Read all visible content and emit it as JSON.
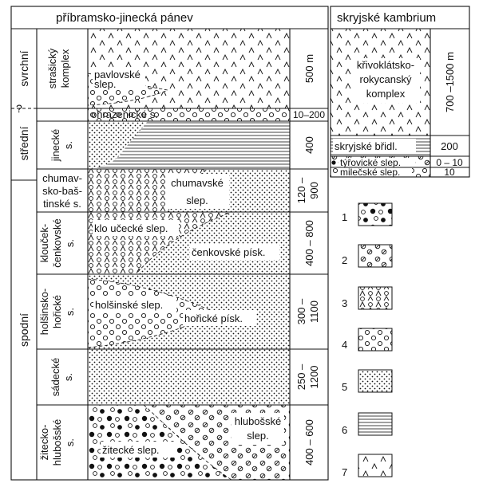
{
  "left_title": "příbramsko-jinecká pánev",
  "right_title": "skryjské kambrium",
  "question_mark": "?",
  "series": [
    {
      "id": "svrchni",
      "label": "svrchní"
    },
    {
      "id": "stredni",
      "label": "střední"
    },
    {
      "id": "spodni",
      "label": "spodní"
    }
  ],
  "formations": [
    {
      "id": "strasicky",
      "lines": [
        "strašický",
        "komplex"
      ]
    },
    {
      "id": "ohrazenicke",
      "lines": [
        "ohrazenické s."
      ]
    },
    {
      "id": "jinecke",
      "lines": [
        "jinecké",
        "s."
      ]
    },
    {
      "id": "chumavsko",
      "lines": [
        "chumav-",
        "sko-baš-",
        "tinské s."
      ]
    },
    {
      "id": "kloucecko",
      "lines": [
        "klouček-",
        "čenkovské",
        "s."
      ]
    },
    {
      "id": "holsinsko",
      "lines": [
        "holšinsko-",
        "hořické",
        "s."
      ]
    },
    {
      "id": "sadecke",
      "lines": [
        "sádecké",
        "s."
      ]
    },
    {
      "id": "zitecko",
      "lines": [
        "žitecko-",
        "hlubošské",
        "s."
      ]
    }
  ],
  "thickness": [
    {
      "id": "strasicky",
      "lines": [
        "500 m"
      ]
    },
    {
      "id": "ohrazenicke",
      "lines": [
        "10–200"
      ]
    },
    {
      "id": "jinecke",
      "lines": [
        "400"
      ]
    },
    {
      "id": "chumavsko",
      "lines": [
        "120 –",
        "900"
      ]
    },
    {
      "id": "kloucecko",
      "lines": [
        "400 – 800"
      ]
    },
    {
      "id": "holsinsko",
      "lines": [
        "300 –",
        "1100"
      ]
    },
    {
      "id": "sadecke",
      "lines": [
        "250 –",
        "1200"
      ]
    },
    {
      "id": "zitecko",
      "lines": [
        "400 – 600"
      ]
    }
  ],
  "lithology_labels": [
    {
      "id": "pavlovske",
      "lines": [
        "pavlovské",
        "slep."
      ]
    },
    {
      "id": "chumavske",
      "lines": [
        "chumavské",
        "slep."
      ]
    },
    {
      "id": "kloucecke",
      "lines": [
        "klo učecké slep."
      ]
    },
    {
      "id": "cenkovske",
      "lines": [
        "čenkovské písk."
      ]
    },
    {
      "id": "holsinske",
      "lines": [
        "holšinské slep."
      ]
    },
    {
      "id": "horicke",
      "lines": [
        "hořické písk."
      ]
    },
    {
      "id": "hlubosske",
      "lines": [
        "hlubošské",
        "slep."
      ]
    },
    {
      "id": "zitecke",
      "lines": [
        "žitecké slep."
      ]
    }
  ],
  "right_units": [
    {
      "id": "krivoklatsko",
      "lines": [
        "křivoklátsko-",
        "rokycanský",
        "komplex"
      ],
      "thickness": "700 –1500 m"
    },
    {
      "id": "skryjske",
      "lines": [
        "skryjské břidl."
      ],
      "thickness": "200"
    },
    {
      "id": "tyrovicke",
      "lines": [
        "týřovické slep."
      ],
      "thickness": "0 – 10"
    },
    {
      "id": "milecske",
      "lines": [
        "milečské slep."
      ],
      "thickness": "10"
    }
  ],
  "legend": [
    {
      "number": "1",
      "pattern": "conglomerate-dark"
    },
    {
      "number": "2",
      "pattern": "conglomerate-hatched"
    },
    {
      "number": "3",
      "pattern": "volcanic-clast"
    },
    {
      "number": "4",
      "pattern": "conglomerate-open"
    },
    {
      "number": "5",
      "pattern": "sandstone-dots"
    },
    {
      "number": "6",
      "pattern": "shale-lines"
    },
    {
      "number": "7",
      "pattern": "volcanic-caret"
    }
  ]
}
